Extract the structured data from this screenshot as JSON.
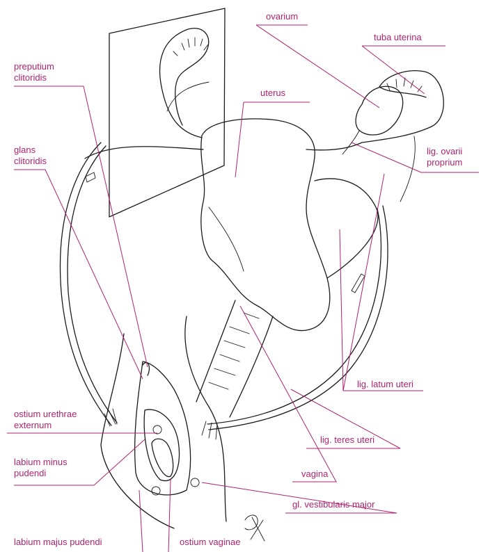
{
  "diagram": {
    "accent_color": "#b0226e",
    "line_color": "#1a1a1a",
    "labels": {
      "ovarium": "ovarium",
      "tuba_uterina": "tuba uterina",
      "preputium": "preputium\nclitoridis",
      "uterus": "uterus",
      "glans": "glans\nclitoridis",
      "lig_ovarii": "lig. ovarii\nproprium",
      "lig_latum": "lig. latum uteri",
      "ostium_urethrae": "ostium urethrae\nexternum",
      "lig_teres": "lig. teres uteri",
      "labium_minus": "labium minus\npudendi",
      "vagina": "vagina",
      "gl_vestibularis": "gl. vestibularis major",
      "labium_majus": "labium majus pudendi",
      "ostium_vaginae": "ostium vaginae"
    }
  }
}
